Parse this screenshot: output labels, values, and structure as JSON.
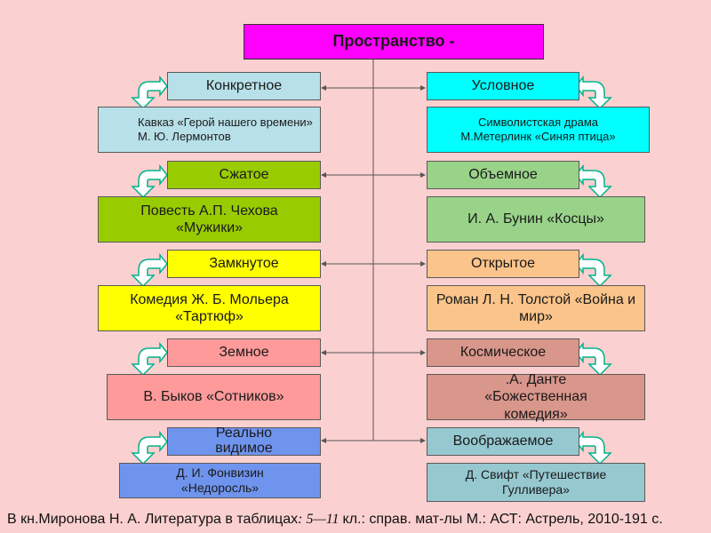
{
  "title": "Пространство -",
  "left": [
    {
      "type": "Конкретное",
      "example": "Кавказ «Герой нашего времени»\nМ. Ю. Лермонтов"
    },
    {
      "type": "Сжатое",
      "example": "Повесть А.П. Чехова «Мужики»"
    },
    {
      "type": "Замкнутое",
      "example": "Комедия Ж. Б. Мольера «Тартюф»"
    },
    {
      "type": "Земное",
      "example": "В. Быков «Сотников»"
    },
    {
      "type": "Реально видимое",
      "example": "Д. И. Фонвизин «Недоросль»"
    }
  ],
  "right": [
    {
      "type": "Условное",
      "example": "Символистская драма М.Метерлинк «Синяя птица»"
    },
    {
      "type": "Объемное",
      "example": "И. А. Бунин «Косцы»"
    },
    {
      "type": "Открытое",
      "example": "Роман Л. Н. Толстой «Война и мир»"
    },
    {
      "type": "Космическое",
      "example": ".А. Данте «Божественная комедия»"
    },
    {
      "type": "Воображаемое",
      "example": "Д. Свифт «Путешествие Гулливера»"
    }
  ],
  "colors": {
    "background": "#fbd0d0",
    "title": "#ff00ff",
    "row1": "#b7e0e8",
    "row1_header": "#00ffff",
    "row2": "#99cc00",
    "row2_right": "#99d38a",
    "row3": "#ffff00",
    "row3_right": "#fbc48a",
    "row4": "#ff9a9a",
    "row4_right": "#d9968a",
    "row5": "#6f94ee",
    "row5_right": "#96c8d0",
    "arrow": "#00cc99"
  },
  "footer": {
    "text_a": "В кн.Миронова Н. А. Литература в таблицах",
    "text_b": ": 5—11 ",
    "text_c": "кл.: справ. мат-лы М.: АСТ: Астрель, 2010-191 с."
  }
}
